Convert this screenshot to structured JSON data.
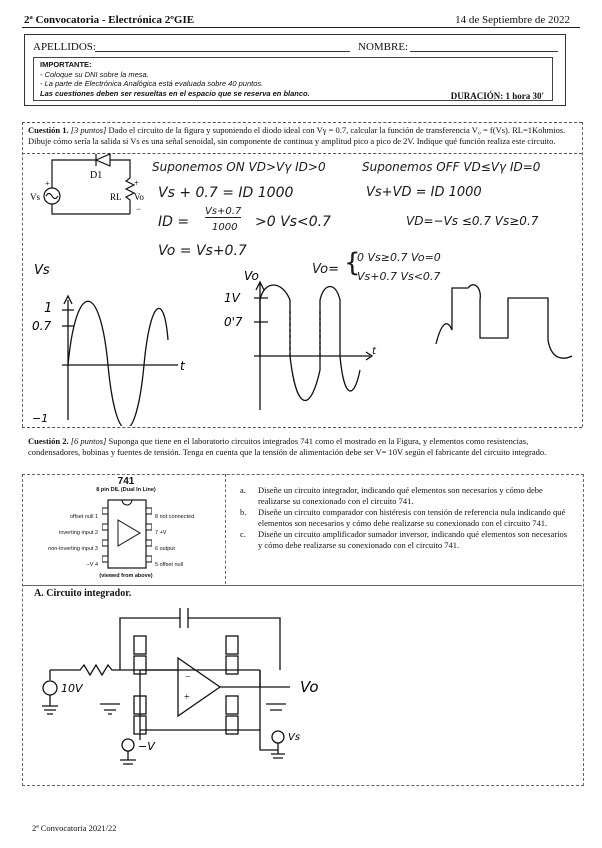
{
  "header": {
    "course": "2ª Convocatoria - Electrónica  2ºGIE",
    "date": "14 de Septiembre de 2022"
  },
  "idbox": {
    "apellidos_label": "APELLIDOS:",
    "nombre_label": "NOMBRE:",
    "important_title": "IMPORTANTE:",
    "important_lines": [
      "-  Coloque su DNI sobre la mesa.",
      "-  La parte de Electrónica Analógica está evaluada sobre 40 puntos.",
      "Las cuestiones deben ser resueltas en el espacio que se reserva en blanco."
    ],
    "duration": "DURACIÓN: 1 hora 30'"
  },
  "q1": {
    "title": "Cuestión 1.",
    "points": "[3 puntos]",
    "text": "Dado el circuito de la figura y suponiendo el diodo ideal con Vγ = 0.7, calcular la función de transferencia V₀ = f(Vs). RL=1Kohmios. Dibuje cómo sería la salida si Vs es una señal senoidal, sin componente de continua y amplitud pico a pico de 2V. Indique qué función realiza este circuito.",
    "circuit_labels": {
      "d1": "D1",
      "vs": "Vs",
      "rl": "RL",
      "vo": "Vo",
      "plus": "+",
      "minus": "−"
    },
    "handwriting": {
      "on_title": "Suponemos ON  VD>Vγ  ID>0",
      "on_l1": "Vs + 0.7 = ID 1000",
      "on_l2a": "ID =",
      "on_l2num": "Vs+0.7",
      "on_l2den": "1000",
      "on_l2b": ">0  Vs<0.7",
      "on_l3": "Vo = Vs+0.7",
      "off_title": "Suponemos OFF  VD≤Vγ  ID=0",
      "off_l1": "Vs+VD = ID 1000",
      "off_l2": "VD=−Vs ≤0.7    Vs≥0.7",
      "vo_def": "Vo=",
      "vo_case1": "0      Vs≥0.7  Vo=0",
      "vo_case2": "Vs+0.7  Vs<0.7",
      "plot1_ylabel": "Vs",
      "plot1_t1": "1",
      "plot1_t2": "0.7",
      "plot1_t3": "−1",
      "plot1_xlabel": "t",
      "plot2_ylabel": "Vo",
      "plot2_t1": "1V",
      "plot2_t2": "0'7",
      "plot2_xlabel": "t"
    }
  },
  "q2": {
    "title": "Cuestión 2.",
    "points": "[6 puntos]",
    "text": "Suponga que tiene en el laboratorio circuitos integrados 741 como el mostrado en la Figura, y elementos como resistencias, condensadores, bobinas y fuentes de tensión. Tenga en cuenta que la tensión de alimentación debe ser V= 10V según el fabricante del circuito integrado.",
    "ic": {
      "name": "741",
      "subtitle": "8 pin DIL (Dual In Line)",
      "left_pins": [
        "offset null  1",
        "inverting input  2",
        "non-inverting input  3",
        "−V  4"
      ],
      "right_pins": [
        "8  not connected",
        "7  +V",
        "6  output",
        "5  offset null"
      ],
      "bottom": "(viewed from above)"
    },
    "items": [
      {
        "letter": "a.",
        "text": "Diseñe un circuito integrador, indicando qué elementos son necesarios y cómo debe realizarse su conexionado con el circuito 741."
      },
      {
        "letter": "b.",
        "text": "Diseñe un circuito comparador con histéresis con tensión de referencia nula indicando qué elementos son necesarios y cómo debe realizarse su conexionado con el circuito 741."
      },
      {
        "letter": "c.",
        "text": "Diseñe un circuito amplificador sumador inversor, indicando qué elementos son necesarios y cómo debe realizarse su conexionado con el circuito 741."
      }
    ],
    "section_a": "A.   Circuito integrador.",
    "hand": {
      "src1": "10V",
      "src2": "−V",
      "out": "Vo",
      "src3": "Vs"
    }
  },
  "footer": "2ª Convocatoria 2021/22"
}
